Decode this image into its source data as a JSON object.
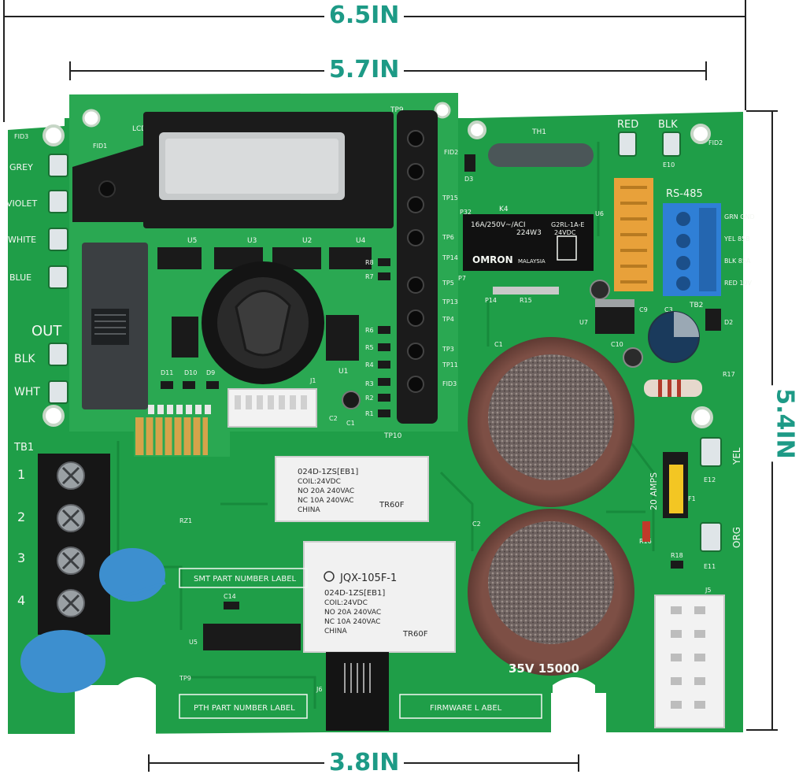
{
  "dimensions": {
    "overall_width": "6.5IN",
    "inner_width": "5.7IN",
    "height": "5.4IN",
    "bottom_width": "3.8IN"
  },
  "left_wire_labels": [
    "GREY",
    "VIOLET",
    "WHITE",
    "BLUE"
  ],
  "out_labels": {
    "out": "OUT",
    "blk": "BLK",
    "wht": "WHT"
  },
  "terminal_block": {
    "label": "TB1",
    "numbers": [
      "1",
      "2",
      "3",
      "4"
    ]
  },
  "top_right_labels": {
    "red": "RED",
    "blk": "BLK",
    "rs485": "RS-485",
    "th1": "TH1",
    "fid2": "FID2",
    "e10": "E10",
    "k4": "K4",
    "u6": "U6"
  },
  "tb2": {
    "label": "TB2",
    "pins": [
      "GRN GND",
      "YEL 85B",
      "BLK 85A",
      "RED 10V"
    ]
  },
  "relay_small": {
    "brand": "OMRON",
    "model": "G2RL-1A-E",
    "coil": "24VDC",
    "rating": "16A/250V~/ACI",
    "code": "224W3",
    "origin": "MALAYSIA"
  },
  "relay_top": {
    "model": "024D-1ZS[EB1]",
    "coil": "COIL:24VDC",
    "line1": "NO 20A 240VAC",
    "line2": "NC 10A 240VAC",
    "origin": "CHINA",
    "cert": "TR60F"
  },
  "relay_bottom": {
    "brand": "JQX-105F-1",
    "model": "024D-1ZS[EB1]",
    "coil": "COIL:24VDC",
    "line1": "NO 20A 240VAC",
    "line2": "NC 10A 240VAC",
    "origin": "CHINA",
    "cert": "TR60F"
  },
  "capacitor": {
    "rating": "35V 15000"
  },
  "fuse": {
    "label": "20 AMPS",
    "ref": "F1"
  },
  "right_wire_labels": {
    "yel": "YEL",
    "org": "ORG",
    "e11": "E11",
    "e12": "E12",
    "j5": "J5",
    "r17": "R17",
    "r16": "R16",
    "r18": "R18",
    "d2": "D2",
    "c3": "C3",
    "c1": "C1",
    "c2": "C2",
    "c9": "C9",
    "c10": "C10",
    "u7": "U7",
    "r15": "R15",
    "p14": "P14"
  },
  "bottom_labels": {
    "smt": "SMT PART NUMBER LABEL",
    "pth": "PTH PART NUMBER LABEL",
    "firmware": "FIRMWARE L ABEL",
    "j6": "J6",
    "tp9": "TP9",
    "u5": "U5",
    "c14": "C14",
    "rz1": "RZ1"
  },
  "daughter_board": {
    "lcd": "LCD",
    "fid1": "FID1",
    "tp_top": "TP9",
    "tp_bottom": "TP10",
    "tp_labels": [
      "FID2",
      "TP15",
      "TP6",
      "TP14",
      "TP5",
      "TP13",
      "TP4",
      "TP3",
      "TP11",
      "FID3"
    ],
    "ic_labels": [
      "U5",
      "U3",
      "U2",
      "U4",
      "U1"
    ],
    "r_labels": [
      "R8",
      "R7",
      "R6",
      "R5",
      "R4",
      "R3",
      "R2",
      "R1"
    ],
    "d_labels": [
      "D11",
      "D10",
      "D9"
    ],
    "c_labels": [
      "C2",
      "C1"
    ],
    "j1": "J1",
    "p32": "P32",
    "d3": "D3",
    "p7": "P7"
  },
  "fid3": "FID3",
  "colors": {
    "pcb": "#1f9e48",
    "pcb_dark": "#12833a",
    "silk": "#f4f7f2",
    "dimension": "#1d9a86",
    "cap": "#7d4f45",
    "blue_cap": "#3d8fcf",
    "terminal_blue": "#2f7fd6",
    "header_orange": "#e8a13a"
  }
}
